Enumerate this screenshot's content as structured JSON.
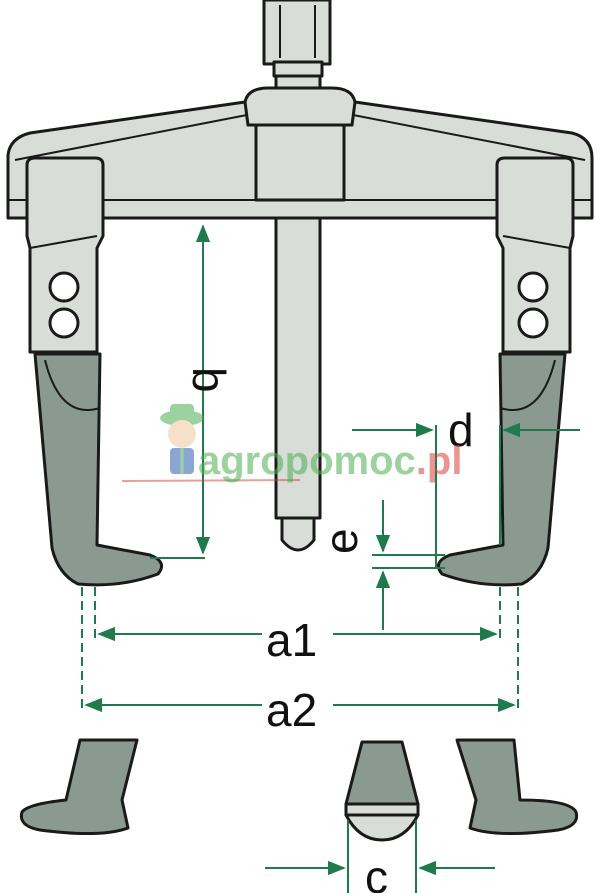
{
  "labels": {
    "a1": "a1",
    "a2": "a2",
    "b": "b",
    "c": "c",
    "d": "d",
    "e": "e"
  },
  "watermark": {
    "text_main": "agropomoc",
    "text_suffix": ".pl"
  },
  "colors": {
    "dimension_line": "#1f7a4d",
    "jaw_fill": "#8a9a90",
    "body_fill": "#d8ddd8",
    "outline": "#1a1a1a",
    "watermark_green": "#4caf50",
    "watermark_red": "#d9413a"
  }
}
